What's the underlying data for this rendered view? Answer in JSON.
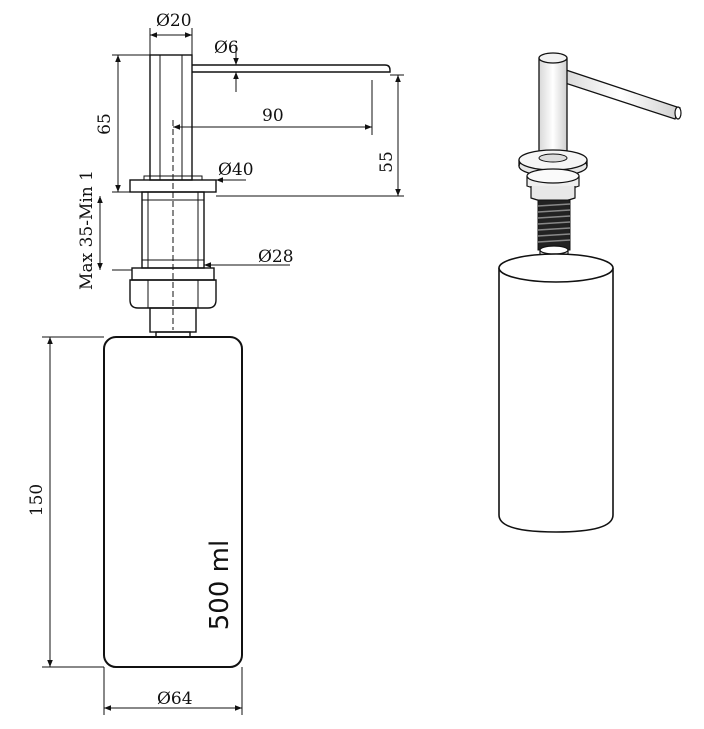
{
  "dimensions": {
    "spout_diameter": "Ø20",
    "nozzle_diameter": "Ø6",
    "height": "65",
    "reach": "90",
    "spout_height": "55",
    "flange_diameter": "Ø40",
    "thread_diameter": "Ø28",
    "countertop_thickness": "Max 35-Min 1",
    "bottle_height": "150",
    "bottle_diameter": "Ø64"
  },
  "bottle": {
    "capacity": "500 ml"
  }
}
